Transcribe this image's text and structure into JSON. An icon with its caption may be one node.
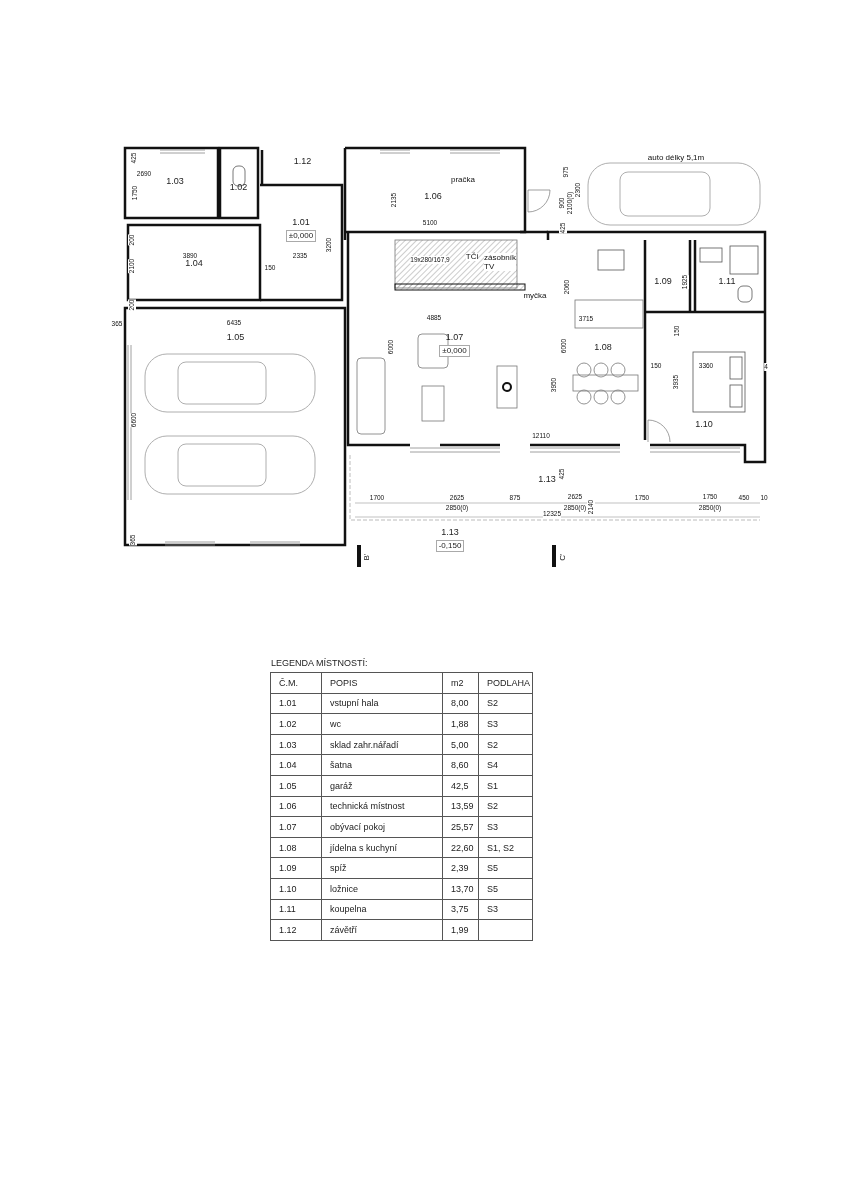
{
  "diagram": {
    "nodes": [
      {
        "text": [
          "1.03"
        ]
      },
      {
        "text": [
          "1.02"
        ]
      },
      {
        "text": [
          "1.12"
        ]
      },
      {
        "text": [
          "1.01",
          "±0,000"
        ]
      },
      {
        "text": [
          "1.04"
        ]
      },
      {
        "text": [
          "1.05"
        ]
      },
      {
        "text": [
          "1.06"
        ]
      },
      {
        "text": [
          "1.07",
          "±0,000"
        ]
      },
      {
        "text": [
          "1.08"
        ]
      },
      {
        "text": [
          "1.09"
        ]
      },
      {
        "text": [
          "1.11"
        ]
      },
      {
        "text": [
          "1.10"
        ]
      },
      {
        "text": [
          "1.13"
        ]
      },
      {
        "text": [
          "1.13",
          "-0,150"
        ]
      }
    ],
    "edges": [],
    "labels": [
      "425",
      "2690",
      "1750",
      "pračka",
      "2135",
      "5100",
      "auto délky 5,1m",
      "975",
      "900",
      "2100(0)",
      "2300",
      "425",
      "200",
      "3890",
      "2100",
      "2335",
      "3200",
      "150",
      "19x280/167,9",
      "TČi",
      "zásobník TV",
      "myčka",
      "2060",
      "1925",
      "200",
      "365",
      "6435",
      "4885",
      "3715",
      "150",
      "6000",
      "6000",
      "150",
      "3360",
      "4",
      "3950",
      "3935",
      "6600",
      "12110",
      "425",
      "1700",
      "2625",
      "875",
      "2625",
      "1750",
      "1750",
      "450",
      "10",
      "2850(0)",
      "2850(0)",
      "2140",
      "2850(0)",
      "12325",
      "365",
      "B'",
      "C'",
      "LEGENDA MÍSTNOSTÍ:",
      "Č.M.",
      "POPIS",
      "m2",
      "PODLAHA",
      "1.01",
      "vstupní hala",
      "8,00",
      "S2",
      "1.02",
      "wc",
      "1,88",
      "S3",
      "1.03",
      "sklad zahr.nářadí",
      "5,00",
      "S2",
      "1.04",
      "šatna",
      "8,60",
      "S4",
      "1.05",
      "garáž",
      "42,5",
      "S1",
      "1.06",
      "technická místnost",
      "13,59",
      "S2",
      "1.07",
      "obývací pokoj",
      "25,57",
      "S3",
      "1.08",
      "jídelna s kuchyní",
      "22,60",
      "S1, S2",
      "1.09",
      "spíž",
      "2,39",
      "S5",
      "1.10",
      "ložnice",
      "13,70",
      "S5",
      "1.11",
      "koupelna",
      "3,75",
      "S3",
      "1.12",
      "závětří",
      "1,99"
    ]
  }
}
